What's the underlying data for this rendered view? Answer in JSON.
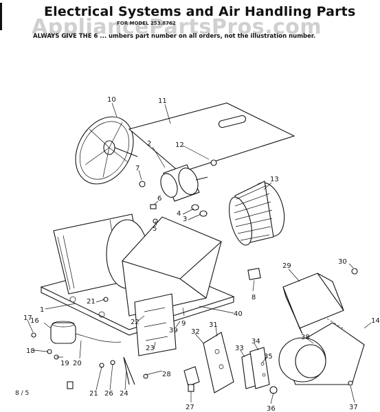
{
  "header": {
    "title": "Electrical Systems and Air Handling Parts",
    "watermark": "AppliancePartsPros.com",
    "subtitle": "FOR MODEL 253.8762",
    "note": "ALWAYS GIVE THE 6 ... umbers part number on all orders, not the illustration number."
  },
  "footer": {
    "page_ref": "8 / 5"
  },
  "parts": [
    {
      "label": "10"
    },
    {
      "label": "11"
    },
    {
      "label": "2"
    },
    {
      "label": "12"
    },
    {
      "label": "7"
    },
    {
      "label": "13"
    },
    {
      "label": "6"
    },
    {
      "label": "4"
    },
    {
      "label": "3"
    },
    {
      "label": "5"
    },
    {
      "label": "29"
    },
    {
      "label": "30"
    },
    {
      "label": "8"
    },
    {
      "label": "1"
    },
    {
      "label": "21"
    },
    {
      "label": "40"
    },
    {
      "label": "22"
    },
    {
      "label": "9"
    },
    {
      "label": "39"
    },
    {
      "label": "17"
    },
    {
      "label": "16"
    },
    {
      "label": "31"
    },
    {
      "label": "32"
    },
    {
      "label": "38"
    },
    {
      "label": "18"
    },
    {
      "label": "23"
    },
    {
      "label": "34"
    },
    {
      "label": "33"
    },
    {
      "label": "19"
    },
    {
      "label": "20"
    },
    {
      "label": "35"
    },
    {
      "label": "28"
    },
    {
      "label": "21"
    },
    {
      "label": "26"
    },
    {
      "label": "24"
    },
    {
      "label": "36"
    },
    {
      "label": "27"
    },
    {
      "label": "37"
    },
    {
      "label": "14"
    }
  ]
}
